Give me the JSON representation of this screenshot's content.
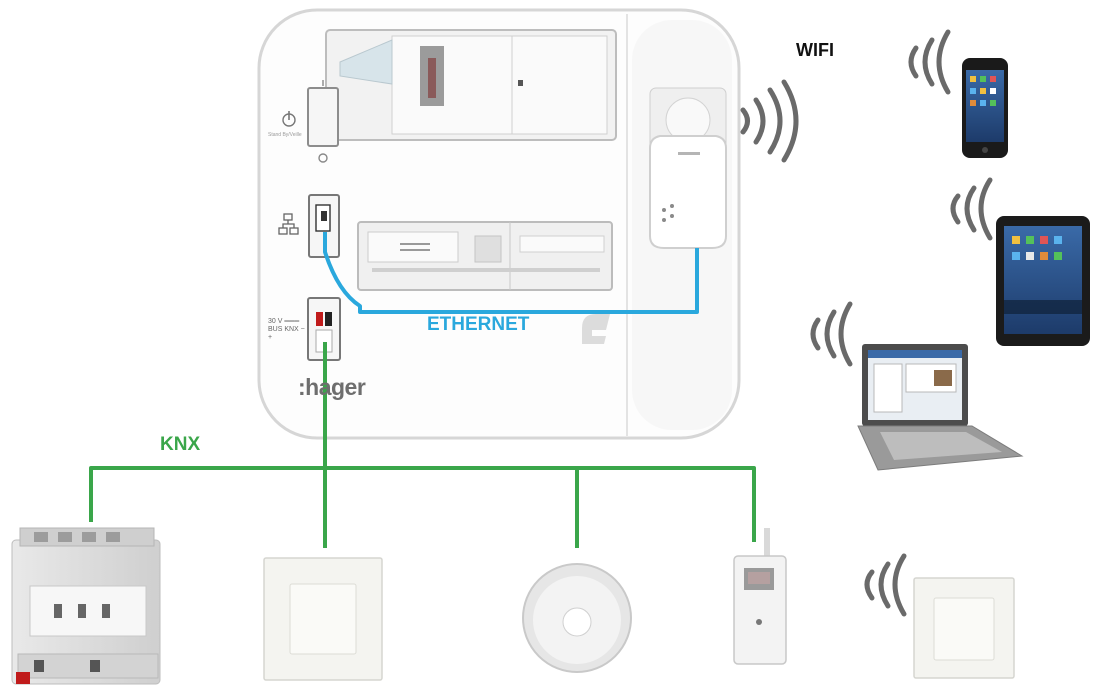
{
  "labels": {
    "wifi": "WIFI",
    "ethernet": "ETHERNET",
    "knx": "KNX",
    "brand": ":hager",
    "standby": "Stand By/Veille",
    "bus": "30 V ═══ BUS KNX − +"
  },
  "colors": {
    "ethernet": "#2aa8dd",
    "knx": "#3aa64a",
    "wifi_waves": "#6a6a6a",
    "cabinet_border": "#d9d9d9"
  },
  "nodes": {
    "cabinet": "wall-cabinet",
    "powerline_adapter": "d-link-powerline-wifi-adapter",
    "smartphone": "smartphone",
    "tablet": "tablet",
    "laptop": "laptop",
    "din_actuator": "knx-din-actuator",
    "wall_switch": "knx-wall-switch",
    "presence_detector": "ceiling-presence-detector",
    "radio_gateway": "knx-radio-gateway",
    "wireless_switch": "wireless-wall-switch"
  }
}
